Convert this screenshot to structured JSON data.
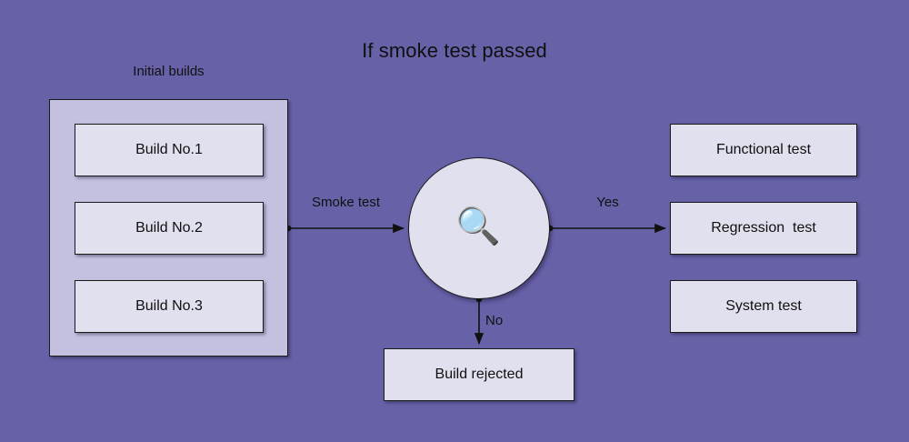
{
  "diagram": {
    "title": "If smoke test passed",
    "background_color": "#6761A8",
    "node_fill_color": "#E1E0EE",
    "group_fill_color": "#C3C0E0",
    "border_color": "#1b1b1b",
    "text_color": "#101010"
  },
  "initial_builds": {
    "label": "Initial builds",
    "items": [
      {
        "label": "Build No.1"
      },
      {
        "label": "Build No.2"
      },
      {
        "label": "Build No.3"
      }
    ]
  },
  "decision": {
    "icon": "magnifier-icon",
    "glyph": "🔍"
  },
  "edges": {
    "smoke_test": "Smoke test",
    "yes": "Yes",
    "no": "No"
  },
  "outcomes": {
    "passed": [
      {
        "label": "Functional test"
      },
      {
        "label": "Regression  test"
      },
      {
        "label": "System test"
      }
    ],
    "rejected": {
      "label": "Build rejected"
    }
  }
}
